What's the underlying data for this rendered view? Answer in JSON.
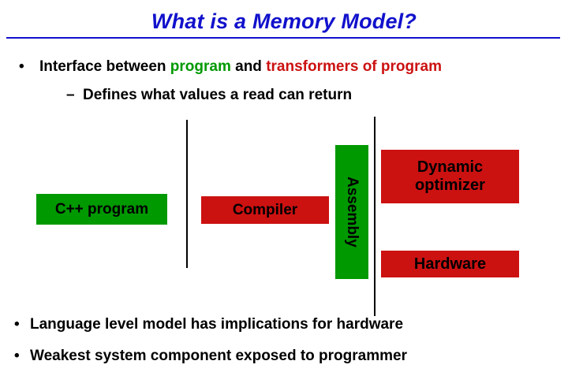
{
  "slide": {
    "title": "What is a Memory Model?",
    "colors": {
      "title_blue": "#1111cc",
      "box_green": "#009900",
      "box_red": "#cc1111",
      "text_black": "#000000"
    }
  },
  "bullets": {
    "b1": {
      "marker": "•",
      "prefix": "Interface between ",
      "green": "program",
      "mid": " and ",
      "red": "transformers of program"
    },
    "b1_sub": {
      "marker": "–",
      "text": "Defines what values a read can return"
    },
    "b2": {
      "marker": "•",
      "text": "Language level model has implications for hardware"
    },
    "b3": {
      "marker": "•",
      "text": "Weakest system component exposed to programmer"
    }
  },
  "diagram": {
    "cpp_program": "C++ program",
    "compiler": "Compiler",
    "assembly": "Assembly",
    "dynamic_optimizer": "Dynamic optimizer",
    "hardware": "Hardware"
  }
}
